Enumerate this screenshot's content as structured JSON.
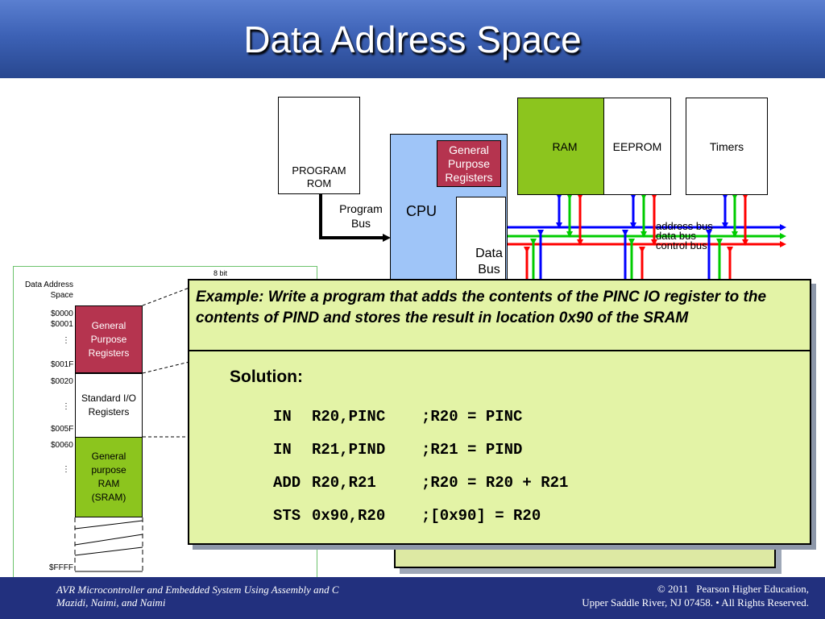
{
  "slide": {
    "title": "Data Address Space"
  },
  "diagram": {
    "program_rom": "PROGRAM\nROM",
    "program_bus": "Program\nBus",
    "cpu": "CPU",
    "gpr": "General\nPurpose\nRegisters",
    "data_bus_label": "Data\nBus",
    "ram": "RAM",
    "eeprom": "EEPROM",
    "timers": "Timers",
    "bus_labels": [
      "address bus",
      "data bus",
      "control bus"
    ],
    "colors": {
      "ram": "#8cc51e",
      "gpr": "#b5344f",
      "cpu": "#9fc5f8",
      "address_bus": "#0000ff",
      "data_bus": "#00cc00",
      "control_bus": "#ff0000"
    }
  },
  "memory_map": {
    "width_label": "8 bit",
    "title": "Data Address\nSpace",
    "addresses": [
      "$0000",
      "$0001",
      "⋮",
      "$001F",
      "$0020",
      "⋮",
      "$005F",
      "$0060",
      "⋮",
      "$FFFF"
    ],
    "regions": [
      {
        "label": "General\nPurpose\nRegisters",
        "color": "#b5344f",
        "text_color": "#ffffff"
      },
      {
        "label": "Standard I/O\nRegisters",
        "color": "#ffffff",
        "text_color": "#000000"
      },
      {
        "label": "General\npurpose\nRAM\n(SRAM)",
        "color": "#8cc51e",
        "text_color": "#000000"
      }
    ]
  },
  "example": {
    "prompt": "Example: Write a program that adds the contents of the PINC IO register to the contents of PIND and stores the result in location 0x90 of the SRAM",
    "solution_label": "Solution:",
    "code": [
      {
        "op": "IN",
        "args": "R20,PINC",
        "comment": ";R20 = PINC"
      },
      {
        "op": "IN",
        "args": "R21,PIND",
        "comment": ";R21 = PIND"
      },
      {
        "op": "ADD",
        "args": "R20,R21",
        "comment": ";R20 = R20 + R21"
      },
      {
        "op": "STS",
        "args": "0x90,R20",
        "comment": ";[0x90] = R20"
      }
    ]
  },
  "footer": {
    "left_line1": "AVR Microcontroller and Embedded System Using Assembly and C",
    "left_line2": "Mazidi, Naimi, and Naimi",
    "right_line1": "© 2011   Pearson Higher Education,",
    "right_line2": "Upper Saddle River, NJ 07458. • All Rights Reserved."
  }
}
